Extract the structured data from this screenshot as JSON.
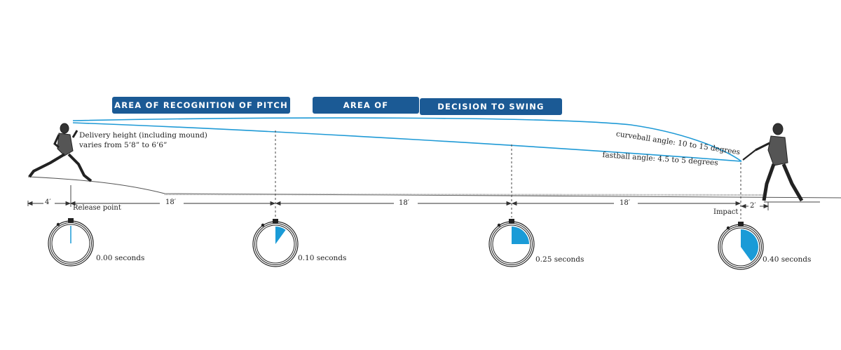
{
  "banners": {
    "recognition": "AREA OF RECOGNITION OF PITCH",
    "area_of": "AREA OF",
    "decision": "DECISION TO SWING"
  },
  "labels": {
    "delivery_line1": "Delivery height (including mound)",
    "delivery_line2": "varies from 5’8” to 6’6”",
    "curveball": "curveball angle: 10 to 15 degrees",
    "fastball": "fastball angle: 4.5 to 5 degrees",
    "release_point": "Release point",
    "impact": "Impact"
  },
  "distances": {
    "d1": "4′",
    "d2": "18′",
    "d3": "18′",
    "d4": "18′",
    "d5": "2′"
  },
  "stopwatches": [
    {
      "label": "0.00 seconds",
      "fraction": 0.0
    },
    {
      "label": "0.10 seconds",
      "fraction": 0.1
    },
    {
      "label": "0.25 seconds",
      "fraction": 0.25
    },
    {
      "label": "0.40 seconds",
      "fraction": 0.4
    }
  ],
  "colors": {
    "banner": "#1b5a95",
    "trajectory": "#1f9ad6",
    "fill": "#1a9bd7",
    "ink": "#222222"
  }
}
